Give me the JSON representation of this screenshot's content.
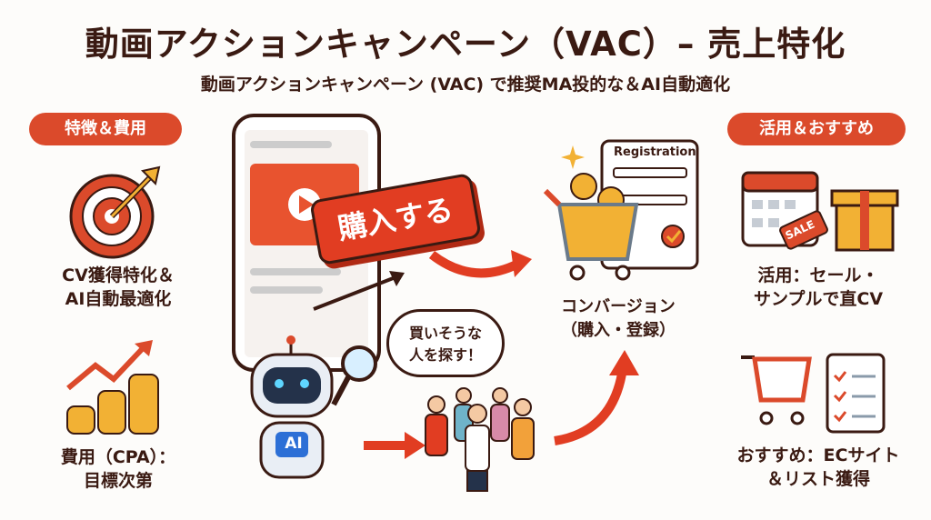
{
  "header": {
    "title": "動画アクションキャンペーン（VAC）– 売上特化",
    "subtitle": "動画アクションキャンペーン (VAC) で推奨MA投的な＆AI自動適化"
  },
  "left": {
    "pill": "特徴＆費用",
    "feature1": [
      "CV獲得特化＆",
      "AI自動最適化"
    ],
    "feature2": [
      "費用（CPA）：",
      "目標次第"
    ]
  },
  "right": {
    "pill": "活用＆おすすめ",
    "use1": [
      "活用：セール・",
      "サンプルで直CV"
    ],
    "use2": [
      "おすすめ：ECサイト",
      "＆リスト獲得"
    ],
    "sale_tag": "SALE"
  },
  "center": {
    "buy_button": "購入する",
    "speech": [
      "買いそうな",
      "人を探す！"
    ],
    "robot_badge": "AI",
    "form_title": "Registration",
    "conversion": [
      "コンバージョン",
      "（購入・登録）"
    ]
  },
  "colors": {
    "accent": "#db4a2b",
    "text": "#3a1a12",
    "gold": "#f2b134"
  }
}
